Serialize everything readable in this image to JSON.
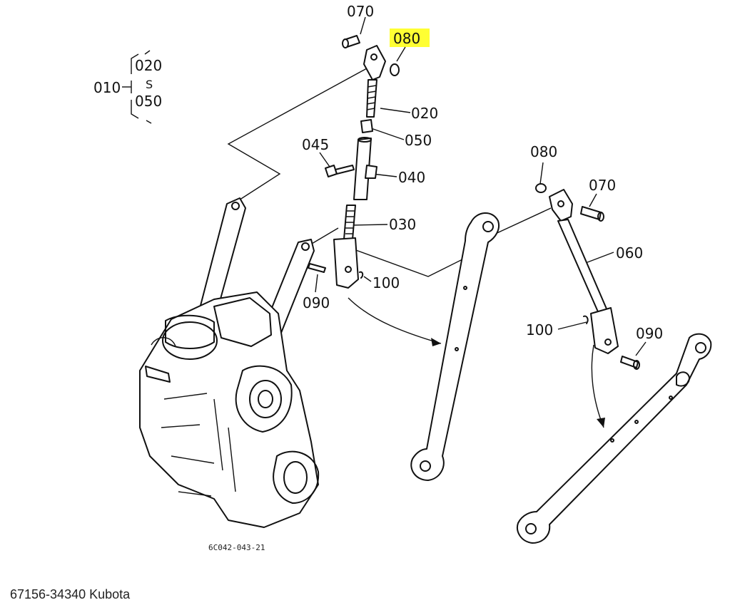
{
  "labels": {
    "p070_top": "070",
    "p080_top": "080",
    "p010": "010",
    "p020_group": "020",
    "p_group_sep": "S",
    "p050_group": "050",
    "p020": "020",
    "p050": "050",
    "p045": "045",
    "p040": "040",
    "p030": "030",
    "p100_left": "100",
    "p090_left": "090",
    "p080_right": "080",
    "p070_right": "070",
    "p060": "060",
    "p100_right": "100",
    "p090_right": "090"
  },
  "drawing_code": "6C042-043-21",
  "caption": "67156-34340 Kubota",
  "highlight_color": "#ffff33"
}
